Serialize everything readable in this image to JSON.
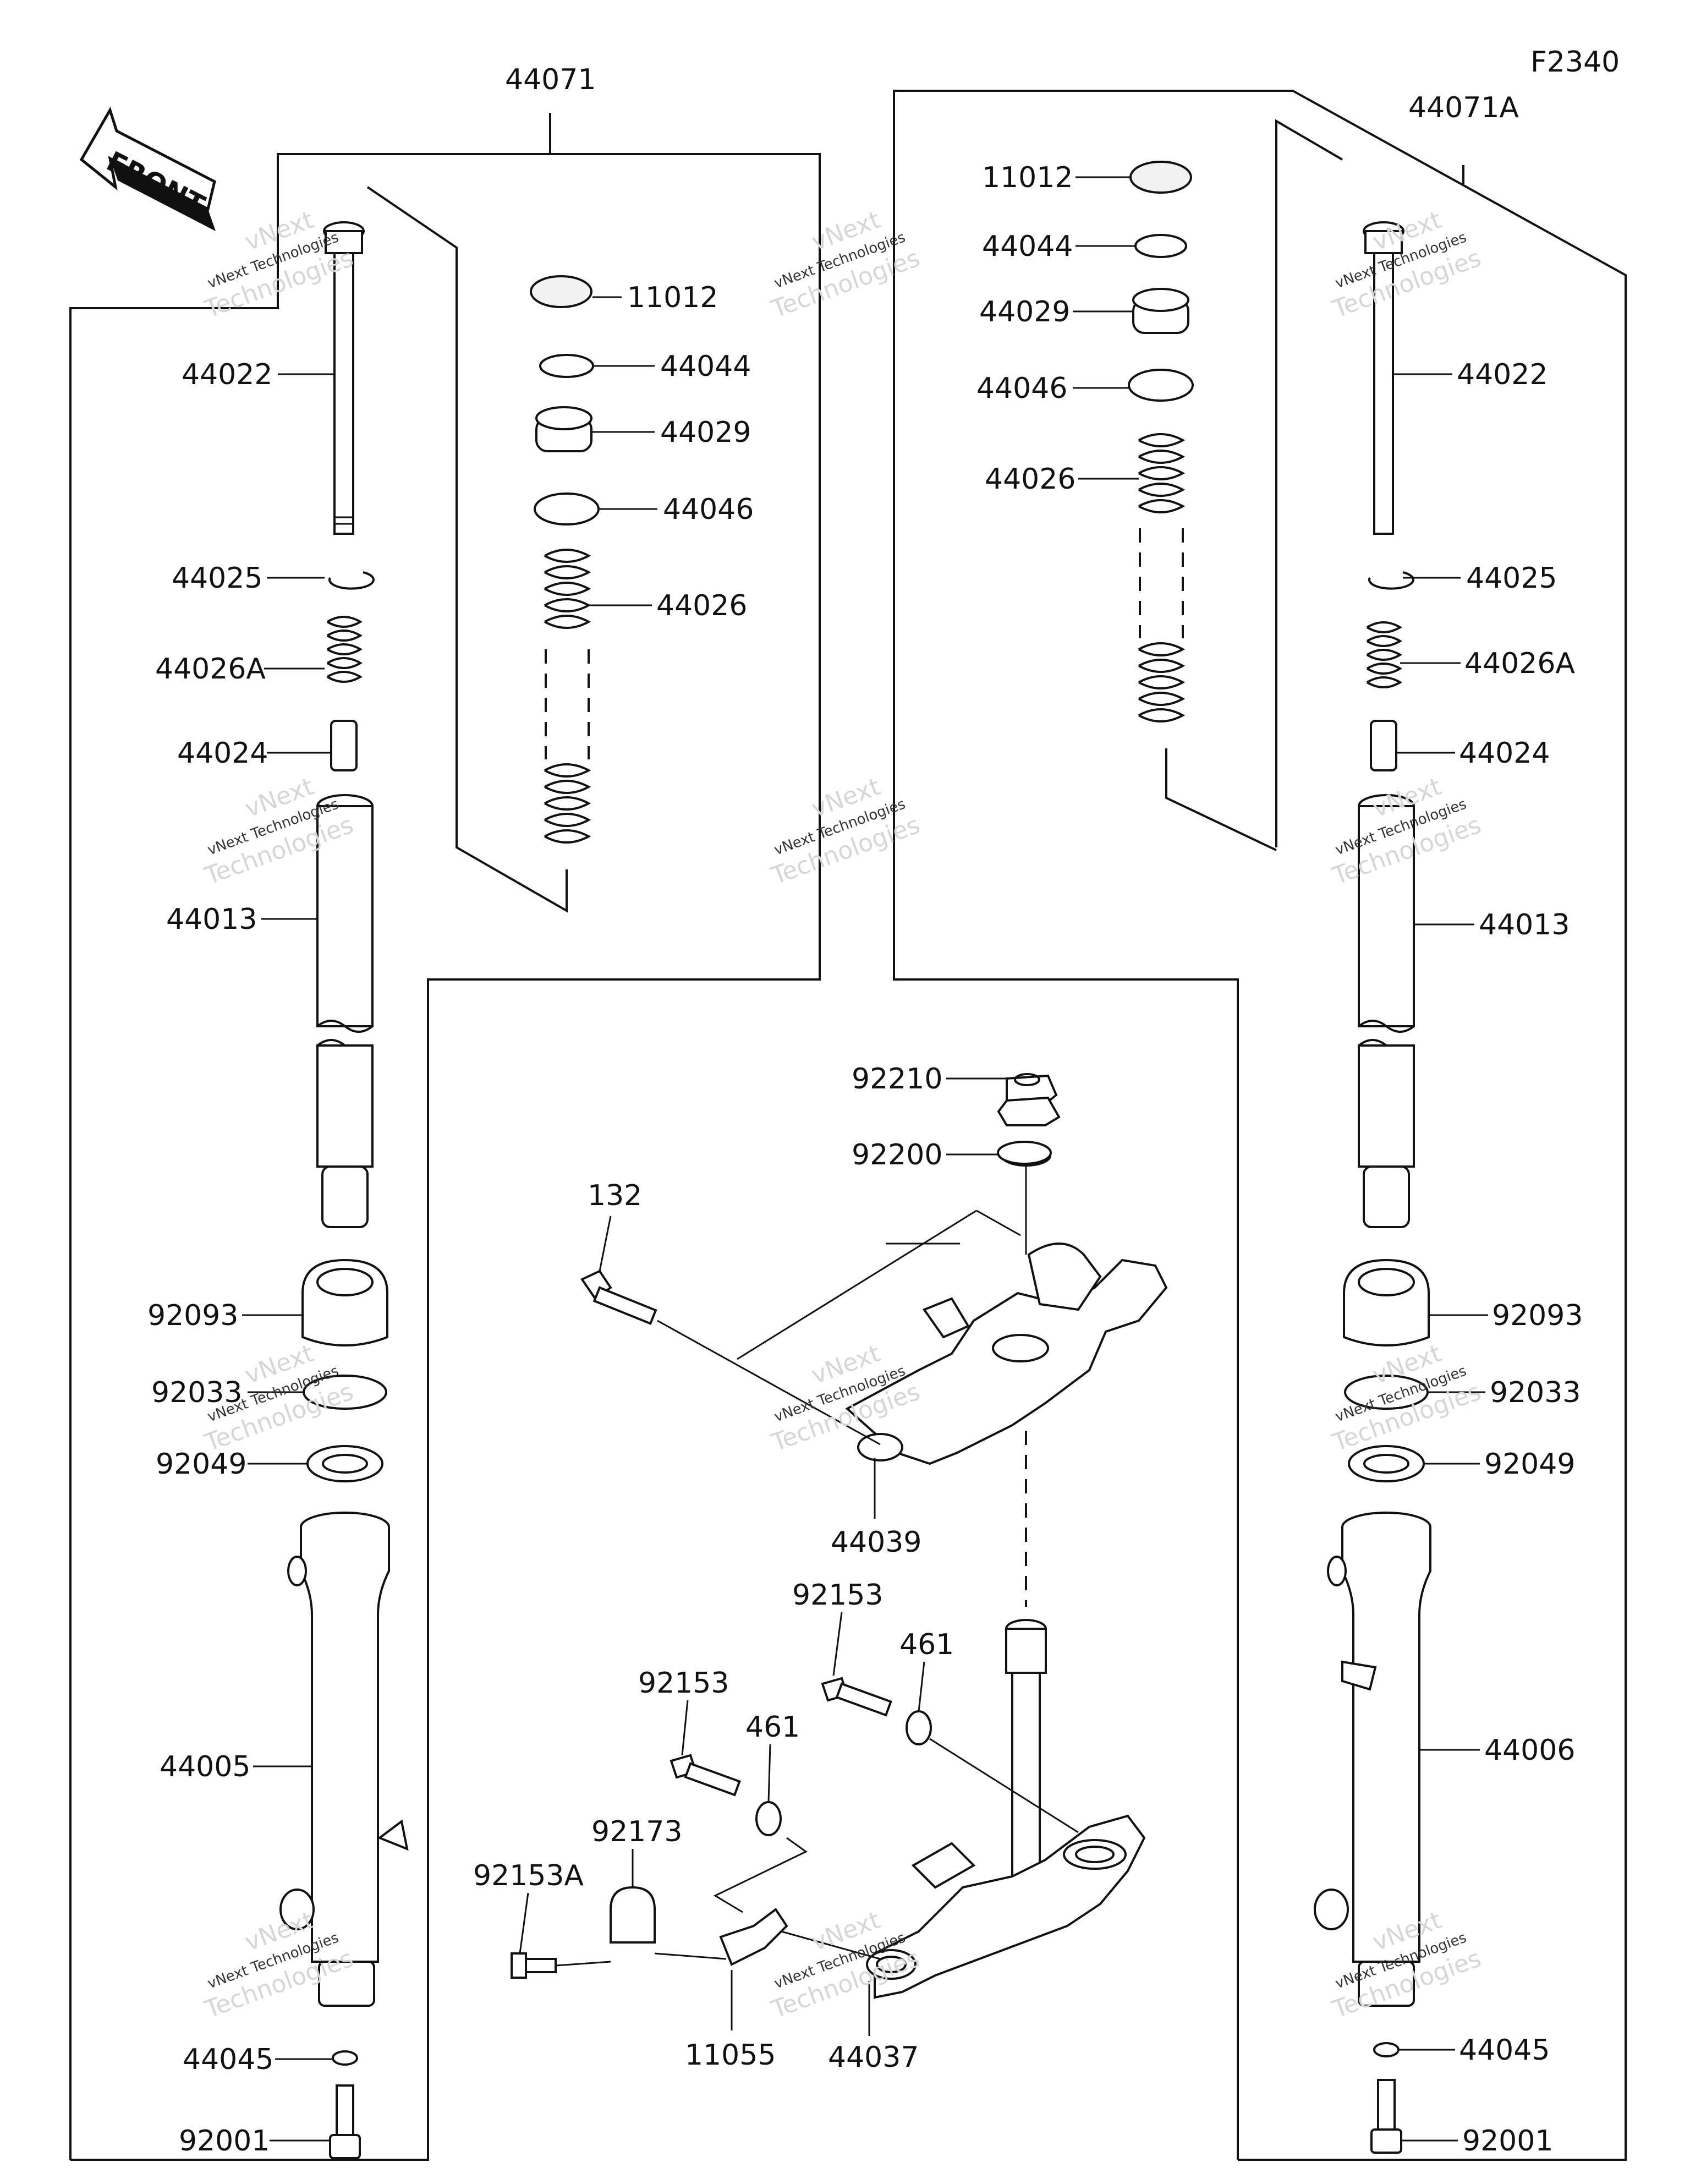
{
  "diagram_id": "F2340",
  "front_label": "FRONT",
  "watermark": {
    "line1": "vNext",
    "line2": "vNext Technologies",
    "line3": "Technologies"
  },
  "groups": {
    "left_assembly": "44071",
    "right_assembly": "44071A"
  },
  "left_fork": {
    "inner_parts": [
      "11012",
      "44044",
      "44029",
      "44046",
      "44026"
    ],
    "tube_parts": [
      "44022",
      "44025",
      "44026A",
      "44024",
      "44013",
      "92093",
      "92033",
      "92049",
      "44005",
      "44045",
      "92001"
    ]
  },
  "right_fork": {
    "inner_parts": [
      "11012",
      "44044",
      "44029",
      "44046",
      "44026"
    ],
    "tube_parts": [
      "44022",
      "44025",
      "44026A",
      "44024",
      "44013",
      "92093",
      "92033",
      "92049",
      "44006",
      "44045",
      "92001"
    ]
  },
  "center": {
    "top_parts": [
      "92210",
      "92200",
      "132",
      "44039"
    ],
    "bottom_parts": [
      "92153",
      "461",
      "92153",
      "461",
      "92173",
      "92153A",
      "11055",
      "44037"
    ]
  }
}
